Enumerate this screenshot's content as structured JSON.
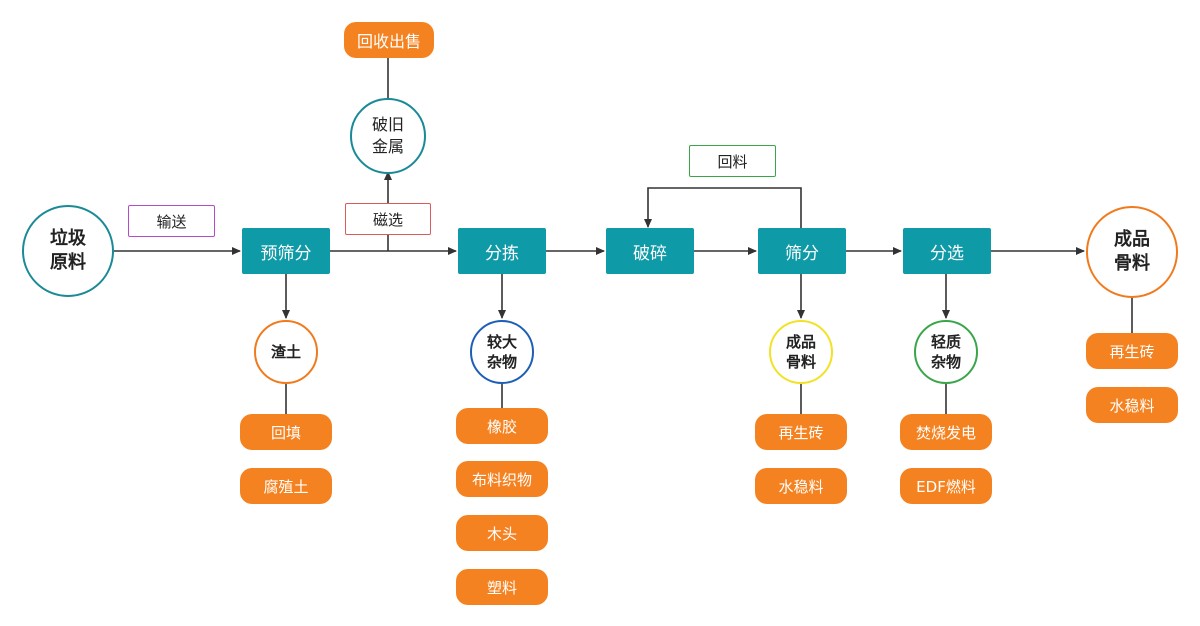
{
  "colors": {
    "process": "#0f9aa8",
    "product": "#f58220",
    "arrow": "#333333",
    "raw_border": "#1a8a96",
    "metal_border": "#1a8a96",
    "residue_border": "#f07a1c",
    "bulky_border": "#1d5fb5",
    "aggregate_border": "#f2e227",
    "light_border": "#3aa54a",
    "final_border": "#f07a1c",
    "label_transport": "#b64bc8",
    "label_magnetic": "#d95c5c",
    "label_return": "#3aa54a"
  },
  "nodes": {
    "raw": "垃圾\n原料",
    "prescreen": "预筛分",
    "sorting": "分拣",
    "crushing": "破碎",
    "screening": "筛分",
    "separation": "分选",
    "final_product": "成品\n骨料",
    "residue": "渣土",
    "bulky": "较大\n杂物",
    "aggregate": "成品\n骨料",
    "light": "轻质\n杂物",
    "metal": "破旧\n金属",
    "recycle_sale": "回收出售"
  },
  "labels": {
    "transport": "输送",
    "magnetic": "磁选",
    "return": "回料"
  },
  "outputs": {
    "residue": [
      "回填",
      "腐殖土"
    ],
    "bulky": [
      "橡胶",
      "布料织物",
      "木头",
      "塑料"
    ],
    "aggregate": [
      "再生砖",
      "水稳料"
    ],
    "light": [
      "焚烧发电",
      "EDF燃料"
    ],
    "final": [
      "再生砖",
      "水稳料"
    ]
  }
}
